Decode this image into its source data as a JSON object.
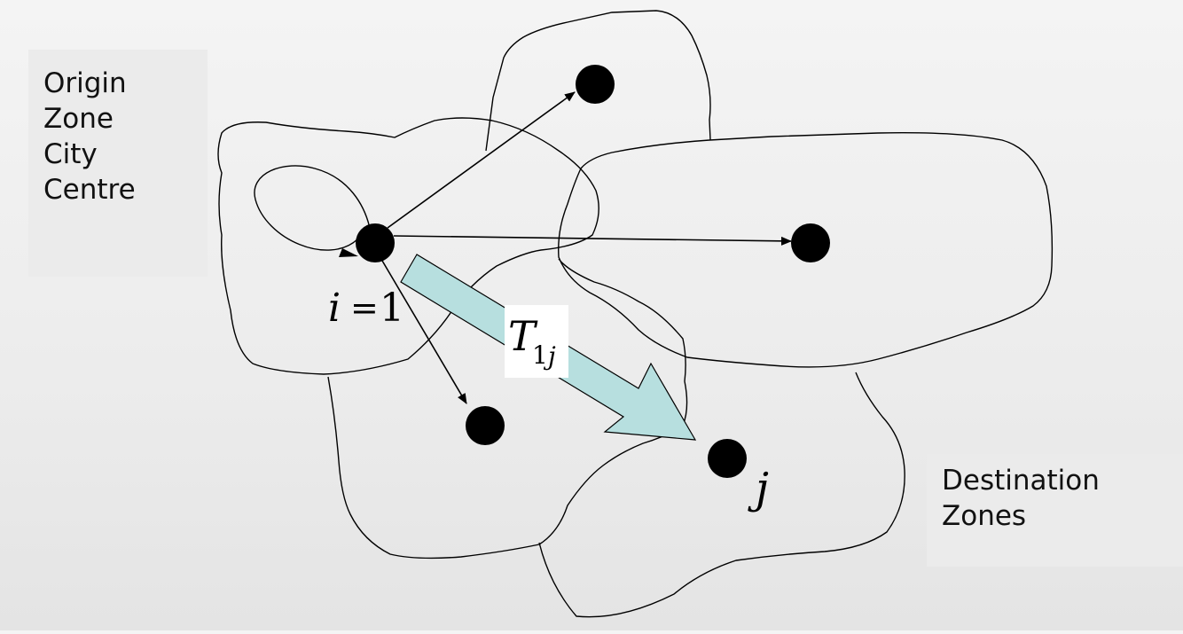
{
  "origin_label": [
    "Origin",
    "Zone",
    "City",
    "Centre"
  ],
  "destination_label": [
    "Destination",
    "Zones"
  ],
  "origin_symbol": {
    "var": "i",
    "eq": "=",
    "value": "1"
  },
  "flow_label": {
    "base": "T",
    "subscript_1": "1",
    "subscript_2": "j"
  },
  "destination_symbol": "j",
  "colors": {
    "flow_arrow_fill": "#b7dfdf",
    "node_fill": "#000000",
    "zone_stroke": "#000000",
    "background": "#efefef"
  }
}
